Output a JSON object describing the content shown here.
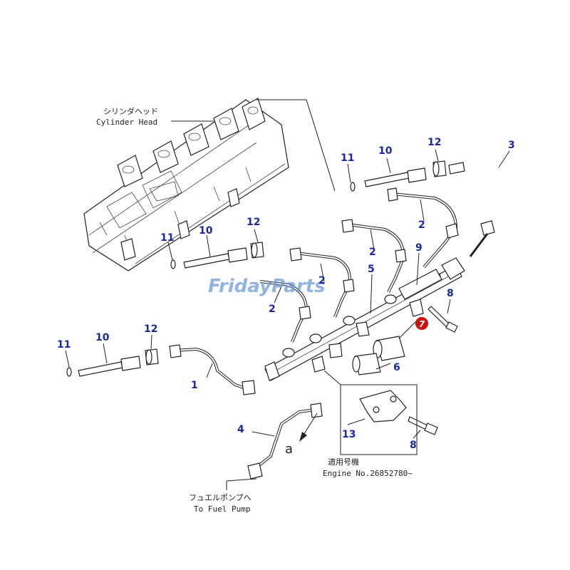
{
  "callouts": {
    "c1": "1",
    "c2a": "2",
    "c2b": "2",
    "c2c": "2",
    "c2d": "2",
    "c3": "3",
    "c4": "4",
    "c5": "5",
    "c6": "6",
    "c7": "7",
    "c8a": "8",
    "c8b": "8",
    "c9": "9",
    "c10a": "10",
    "c10b": "10",
    "c10c": "10",
    "c11a": "11",
    "c11b": "11",
    "c11c": "11",
    "c12a": "12",
    "c12b": "12",
    "c12c": "12",
    "c13": "13"
  },
  "notes": {
    "cylinder_head_jp": "シリンダヘッド",
    "cylinder_head_en": "Cylinder Head",
    "serial_jp": "適用号機",
    "serial_en": "Engine No.26852780~",
    "fuel_pump_jp": "フュエルポンプへ",
    "fuel_pump_en": "To Fuel Pump",
    "arrow_ref": "a"
  },
  "watermark": "FridayParts",
  "colors": {
    "callout": "#1a2a9a",
    "badge": "#cc1111",
    "watermark": "#6f9ad6"
  }
}
